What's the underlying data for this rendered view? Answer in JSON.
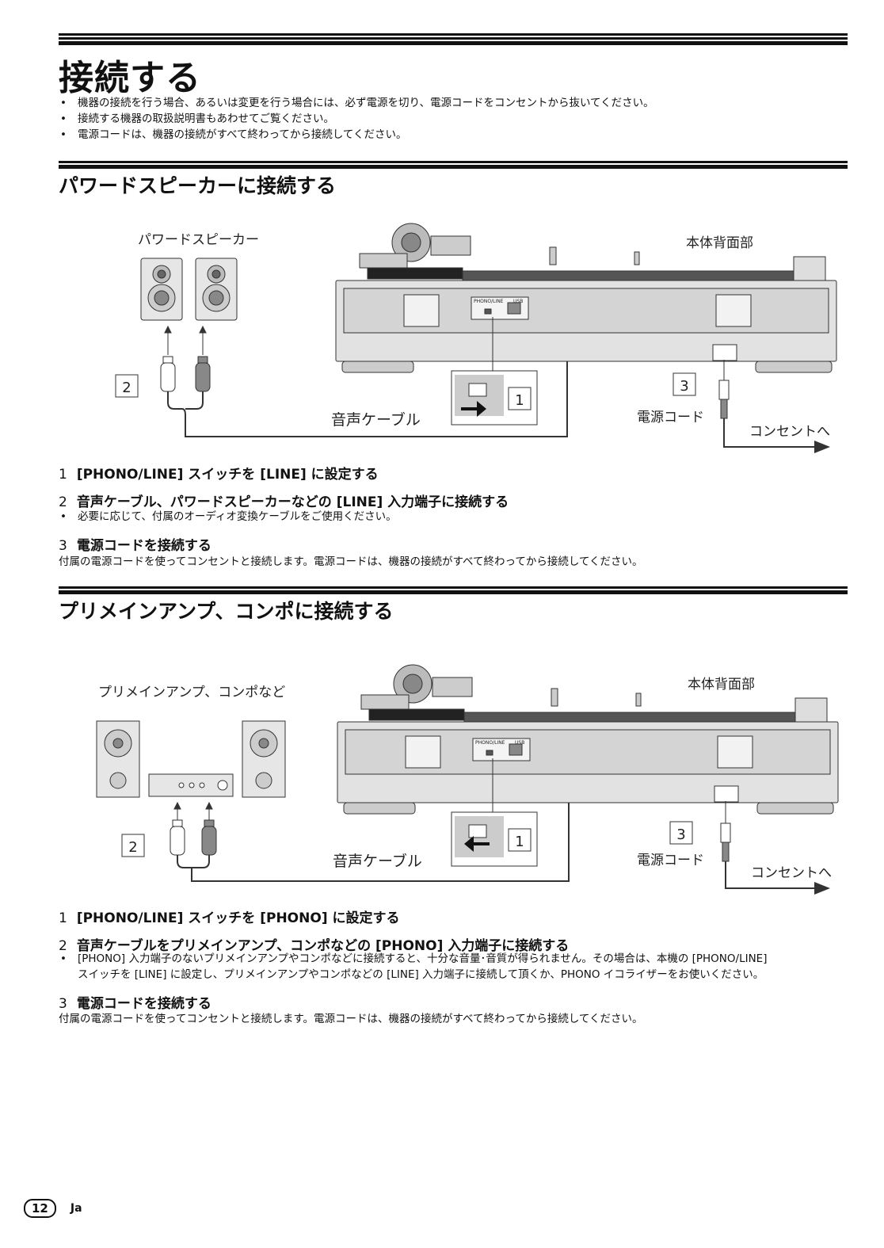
{
  "page": {
    "title": "接続する",
    "intro_notes": [
      "機器の接続を行う場合、あるいは変更を行う場合には、必ず電源を切り、電源コードをコンセントから抜いてください。",
      "接続する機器の取扱説明書もあわせてご覧ください。",
      "電源コードは、機器の接続がすべて終わってから接続してください。"
    ]
  },
  "section1": {
    "heading": "パワードスピーカーに接続する",
    "figure": {
      "device_label": "パワードスピーカー",
      "rear_label": "本体背面部",
      "cable_label": "音声ケーブル",
      "power_cord_label": "電源コード",
      "outlet_label": "コンセントへ",
      "callout_1": "1",
      "callout_2": "2",
      "callout_3": "3",
      "switch_label": "PHONO/LINE",
      "usb_label": "USB"
    },
    "step1": {
      "num": "1",
      "text": "[PHONO/LINE] スイッチを [LINE] に設定する"
    },
    "step2": {
      "num": "2",
      "text": "音声ケーブル、パワードスピーカーなどの [LINE] 入力端子に接続する"
    },
    "step2_note": "必要に応じて、付属のオーディオ変換ケーブルをご使用ください。",
    "step3": {
      "num": "3",
      "text": "電源コードを接続する"
    },
    "step3_body": "付属の電源コードを使ってコンセントと接続します。電源コードは、機器の接続がすべて終わってから接続してください。"
  },
  "section2": {
    "heading": "プリメインアンプ、コンポに接続する",
    "figure": {
      "device_label": "プリメインアンプ、コンポなど",
      "rear_label": "本体背面部",
      "cable_label": "音声ケーブル",
      "power_cord_label": "電源コード",
      "outlet_label": "コンセントへ",
      "callout_1": "1",
      "callout_2": "2",
      "callout_3": "3",
      "switch_label": "PHONO/LINE",
      "usb_label": "USB"
    },
    "step1": {
      "num": "1",
      "text": "[PHONO/LINE] スイッチを [PHONO] に設定する"
    },
    "step2": {
      "num": "2",
      "text": "音声ケーブルをプリメインアンプ、コンポなどの [PHONO] 入力端子に接続する"
    },
    "step2_note_line1": "[PHONO] 入力端子のないプリメインアンプやコンポなどに接続すると、十分な音量･音質が得られません。その場合は、本機の [PHONO/LINE]",
    "step2_note_line2": "スイッチを [LINE] に設定し、プリメインアンプやコンポなどの [LINE] 入力端子に接続して頂くか、PHONO イコライザーをお使いください。",
    "step3": {
      "num": "3",
      "text": "電源コードを接続する"
    },
    "step3_body": "付属の電源コードを使ってコンセントと接続します。電源コードは、機器の接続がすべて終わってから接続してください。"
  },
  "footer": {
    "page_number": "12",
    "language": "Ja"
  }
}
